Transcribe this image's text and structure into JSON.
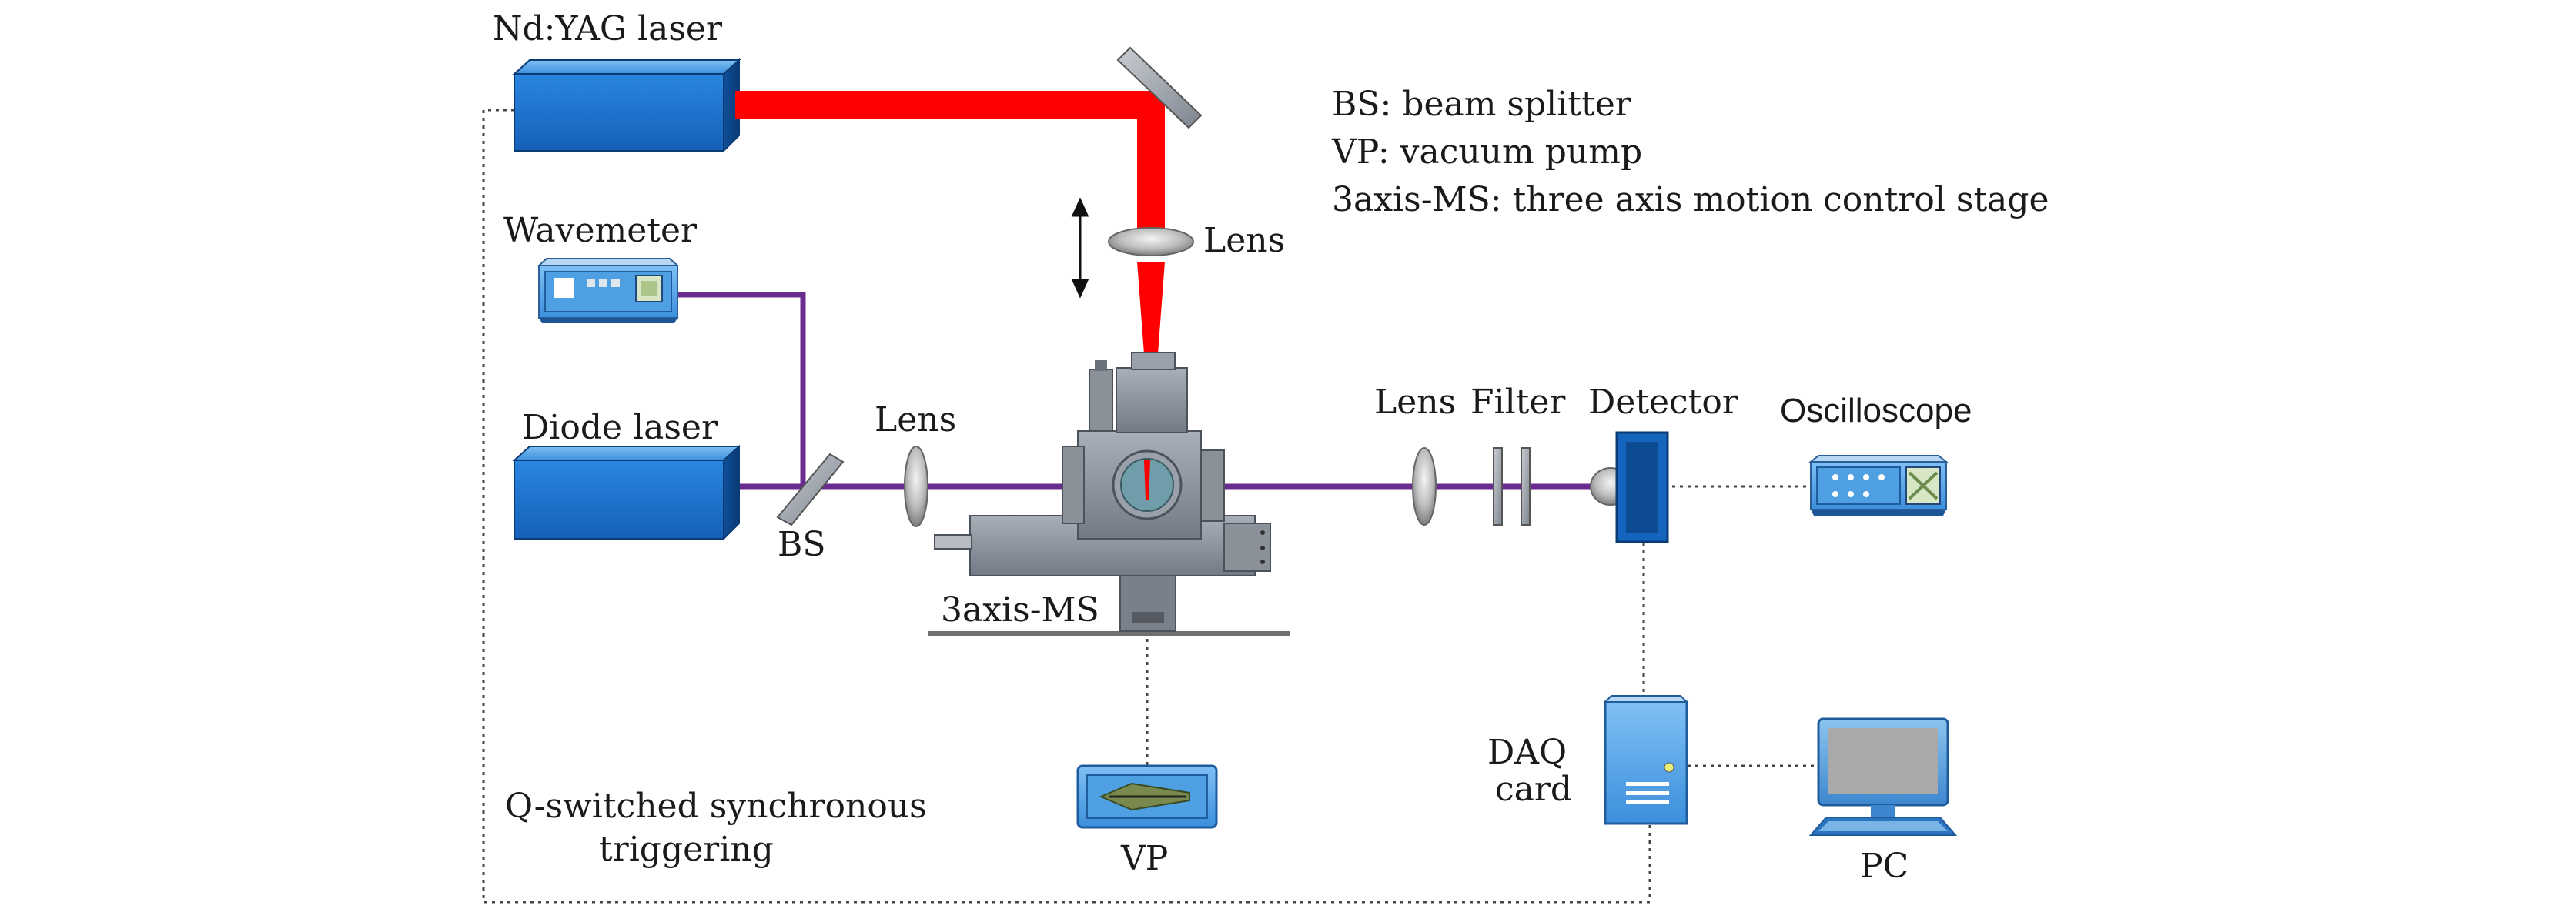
{
  "labels": {
    "ndyag": "Nd:YAG laser",
    "wavemeter": "Wavemeter",
    "diode": "Diode laser",
    "bs": "BS",
    "lens_top": "Lens",
    "lens_left": "Lens",
    "lens_right": "Lens",
    "filter": "Filter",
    "detector": "Detector",
    "oscilloscope": "Oscilloscope",
    "stage": "3axis-MS",
    "vp": "VP",
    "daq_line1": "DAQ",
    "daq_line2": "card",
    "pc": "PC",
    "trigger_line1": "Q-switched synchronous",
    "trigger_line2": "triggering"
  },
  "legend": [
    "BS: beam splitter",
    "VP: vacuum pump",
    "3axis-MS: three axis motion control stage"
  ],
  "colors": {
    "laser_beam": "#ff0000",
    "probe_beam": "#6a2c8e",
    "device_blue": "#1e6fc2",
    "device_dark": "#0d3f7a",
    "chamber_gray": "#8f96a0",
    "signal_line": "#444444"
  }
}
